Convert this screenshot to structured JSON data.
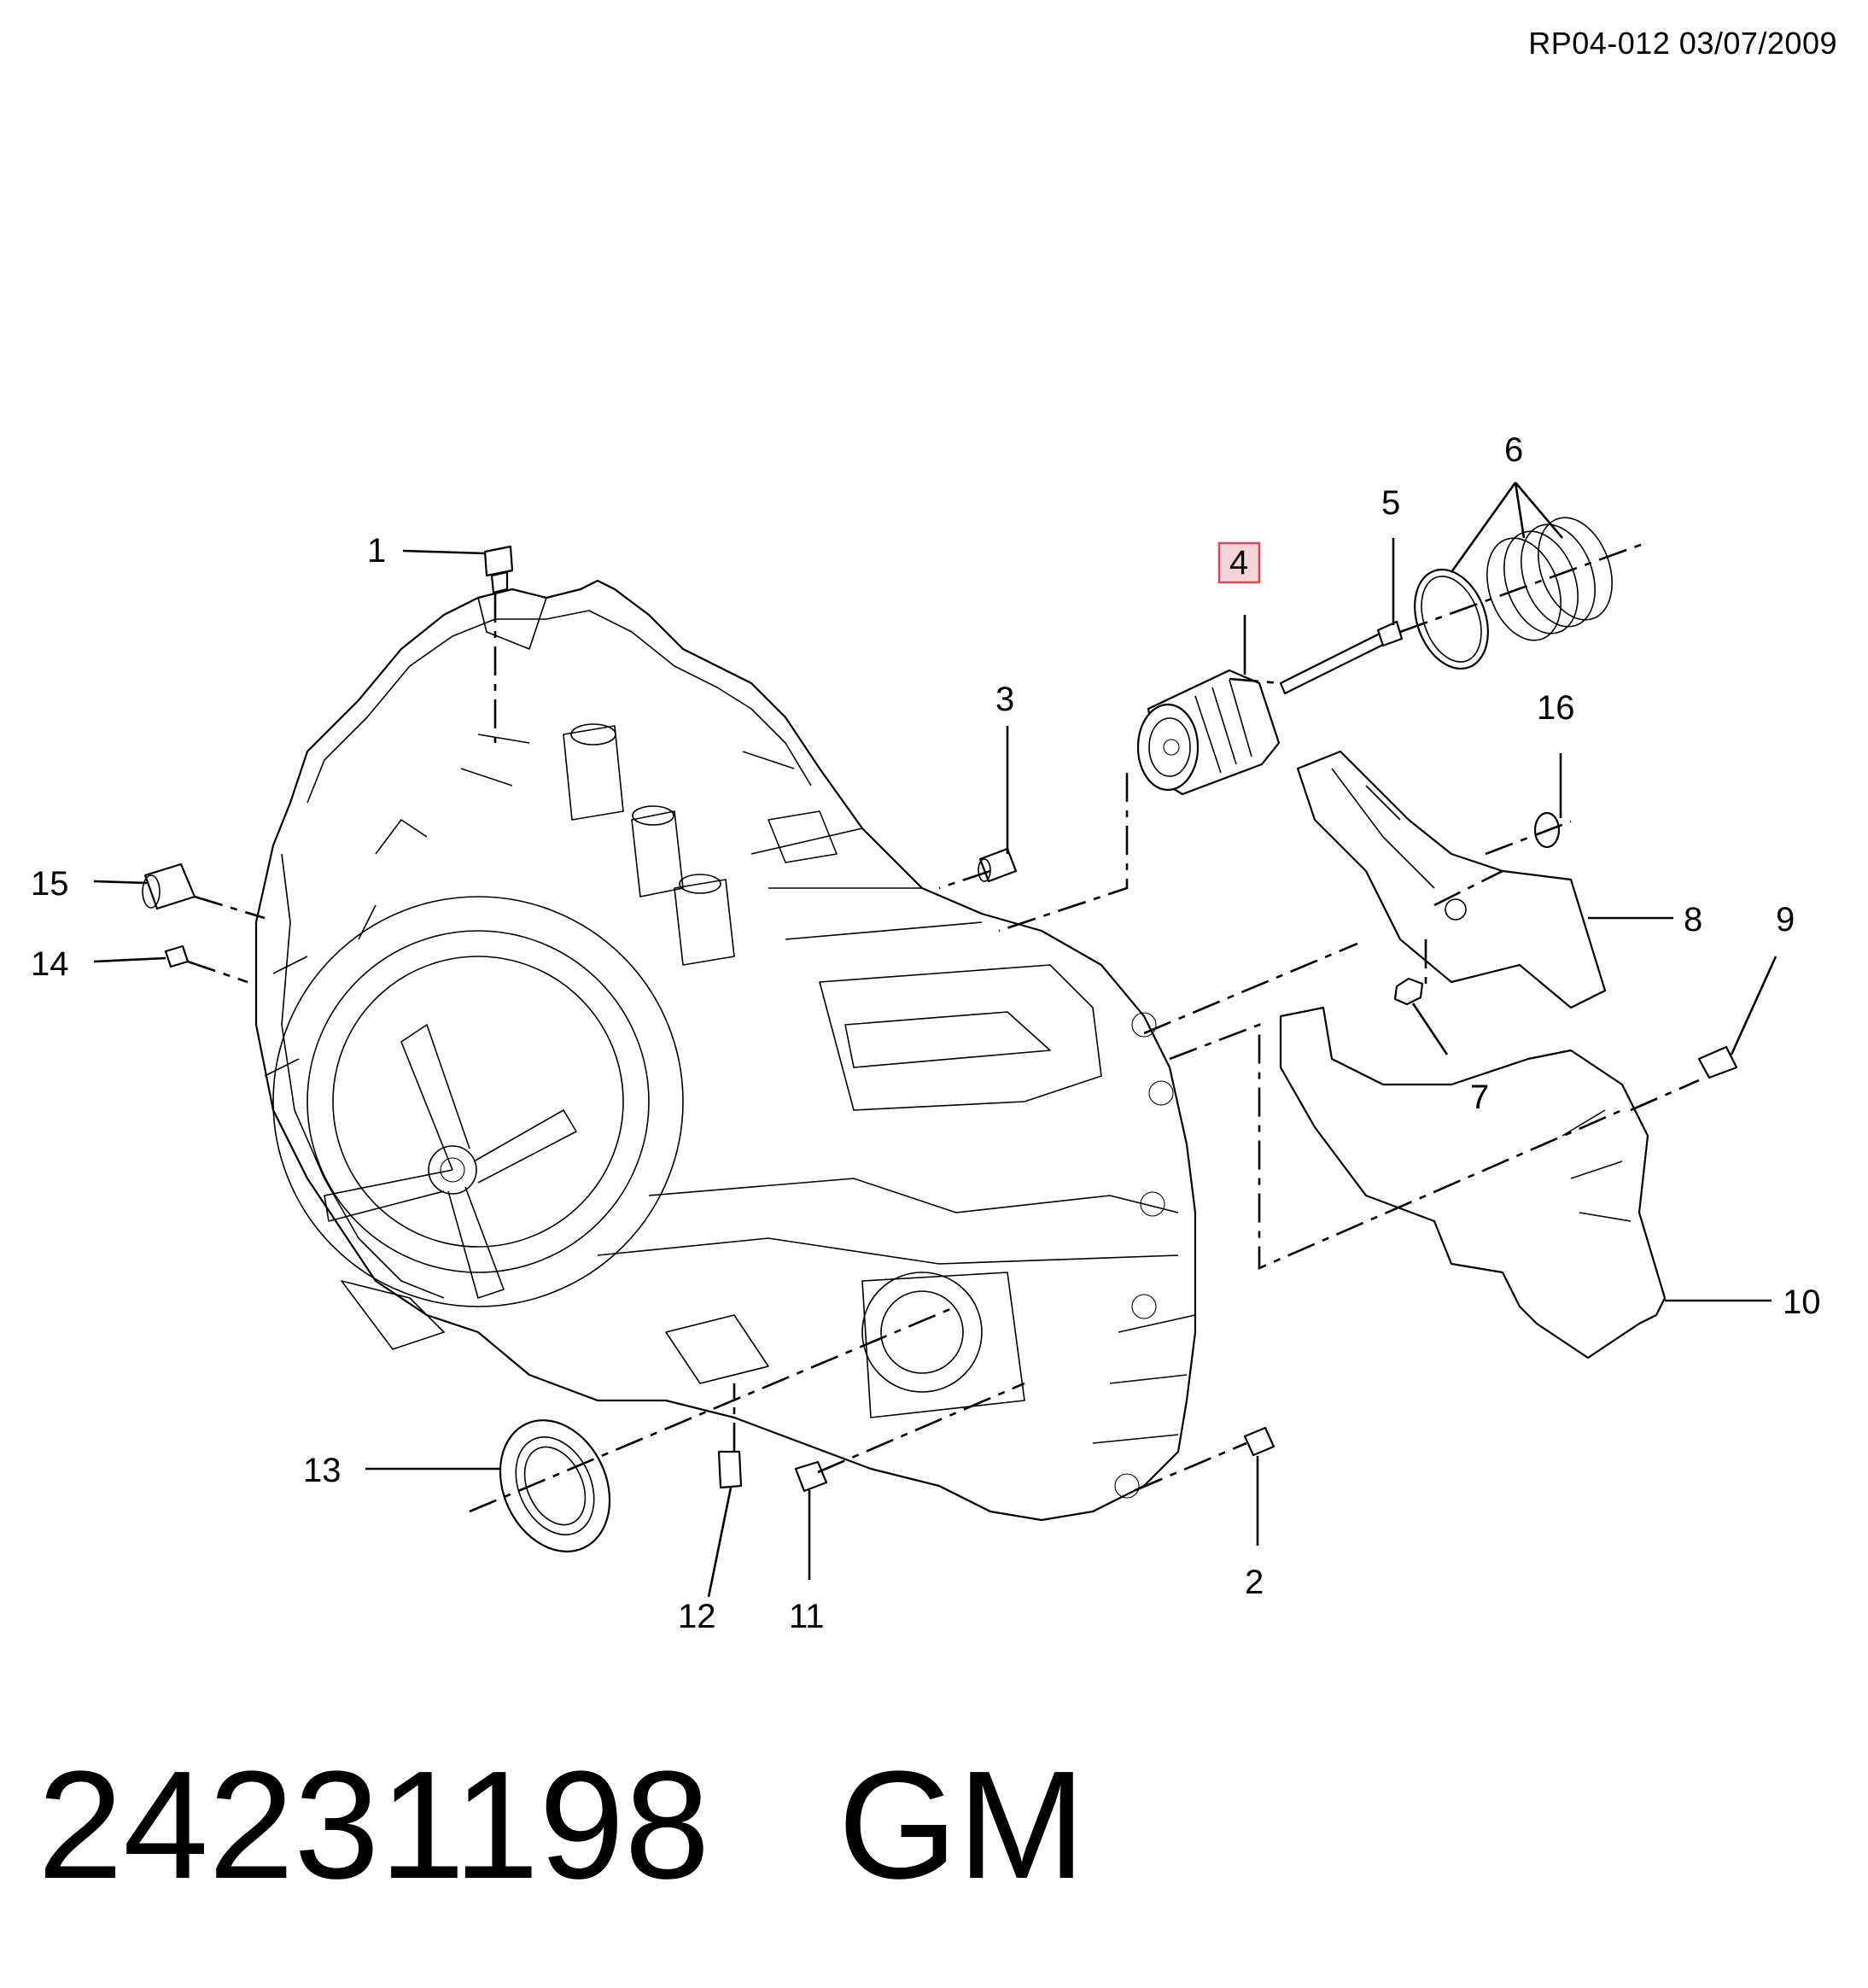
{
  "header": {
    "ref_code": "RP04-012 03/07/2009"
  },
  "footer": {
    "part_number": "24231198   GM"
  },
  "callouts": [
    {
      "id": "1",
      "label": "1"
    },
    {
      "id": "2",
      "label": "2"
    },
    {
      "id": "3",
      "label": "3"
    },
    {
      "id": "4",
      "label": "4",
      "highlighted": true
    },
    {
      "id": "5",
      "label": "5"
    },
    {
      "id": "6",
      "label": "6"
    },
    {
      "id": "7",
      "label": "7"
    },
    {
      "id": "8",
      "label": "8"
    },
    {
      "id": "9",
      "label": "9"
    },
    {
      "id": "10",
      "label": "10"
    },
    {
      "id": "11",
      "label": "11"
    },
    {
      "id": "12",
      "label": "12"
    },
    {
      "id": "13",
      "label": "13"
    },
    {
      "id": "14",
      "label": "14"
    },
    {
      "id": "15",
      "label": "15"
    },
    {
      "id": "16",
      "label": "16"
    }
  ],
  "colors": {
    "highlight_fill": "#f6d3d6",
    "highlight_stroke": "#d44a5c",
    "ink": "#000000",
    "paper": "#ffffff"
  }
}
